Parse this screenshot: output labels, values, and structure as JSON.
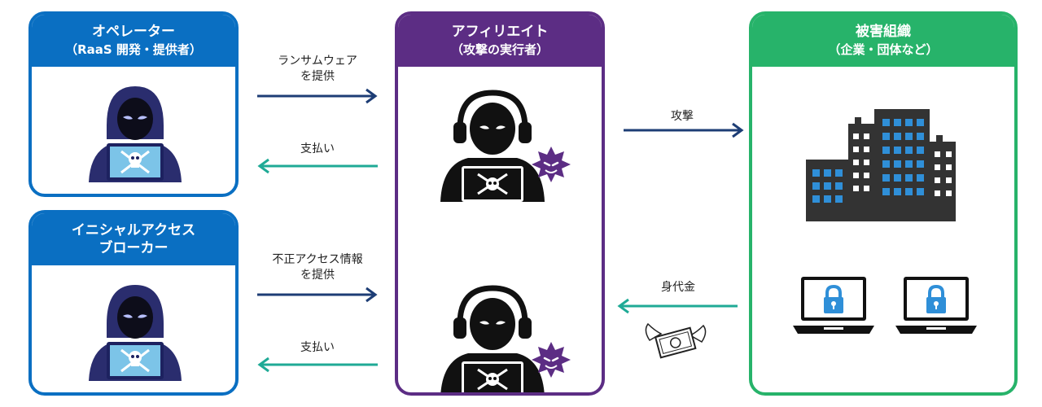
{
  "operator": {
    "title": "オペレーター",
    "subtitle": "（RaaS 開発・提供者）"
  },
  "iab": {
    "title_line1": "イニシャルアクセス",
    "title_line2": "ブローカー"
  },
  "affiliate": {
    "title": "アフィリエイト",
    "subtitle": "（攻撃の実行者）"
  },
  "victim": {
    "title": "被害組織",
    "subtitle": "（企業・団体など）"
  },
  "flows": {
    "ransomware_line1": "ランサムウェア",
    "ransomware_line2": "を提供",
    "payment_top": "支払い",
    "access_line1": "不正アクセス情報",
    "access_line2": "を提供",
    "payment_bottom": "支払い",
    "attack": "攻撃",
    "ransom": "身代金"
  },
  "colors": {
    "operator": "#0a6fc2",
    "affiliate": "#5c2d84",
    "victim": "#27b36a",
    "arrow_dark": "#1d3d75",
    "arrow_teal": "#1faa96"
  }
}
